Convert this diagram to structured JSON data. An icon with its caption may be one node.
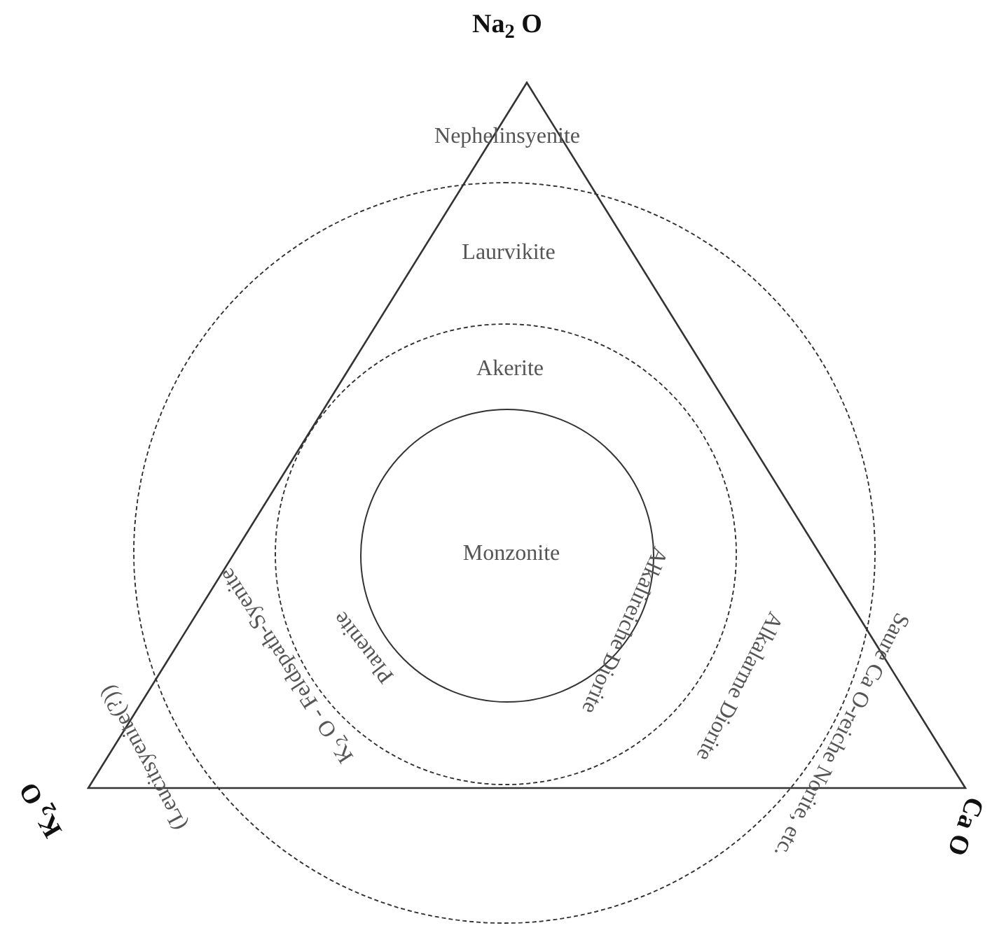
{
  "diagram": {
    "nodes": [
      {
        "text": [
          "Laurvikite"
        ]
      },
      {
        "text": [
          "Akerite"
        ],
        "in": 0
      },
      {
        "text": [
          "Monzonite"
        ],
        "in": 1
      },
      {
        "text": [],
        "shape": "triangle"
      }
    ],
    "edges": [],
    "labels": [
      "Na$_{2}$ O",
      "Nephelinsyenite",
      "Plauenite",
      "Alkalireiche Diorite",
      "K$_{2}$ O - Feldspath-Syenite",
      "Alkalarme Diorite",
      "Saure Ca O-reiche Norite, etc.",
      "(Leucitsyenite(?))",
      "K$_{2}$ O",
      "Ca O"
    ]
  }
}
